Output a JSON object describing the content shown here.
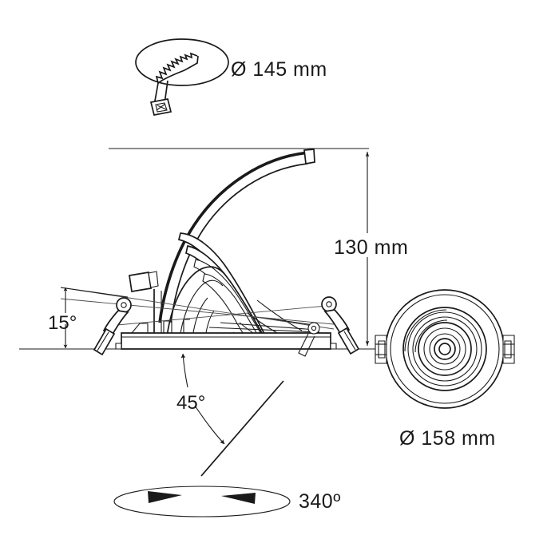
{
  "drawing": {
    "title": "Recessed Adjustable Downlight Dimensional Drawing",
    "background_color": "#ffffff",
    "line_color": "#1a1a1a",
    "views": {
      "ceiling_cutout": {
        "name": "ceiling-cutout-detail",
        "description": "Hole saw cutting an elliptical ceiling aperture",
        "label": "Ø 145 mm",
        "value": 145,
        "unit": "mm",
        "symbol": "Ø"
      },
      "side_elevation": {
        "name": "side-elevation-view",
        "description": "Side section of swivel downlight body with mounting springs",
        "height_label": "130 mm",
        "height_value": 130,
        "unit": "mm",
        "tilt_label": "15°",
        "tilt_value": 15,
        "swivel_label": "45°",
        "swivel_value": 45
      },
      "front_view": {
        "name": "front-face-view",
        "description": "Front face of downlight with concentric reflector rings and side clips",
        "label": "Ø 158 mm",
        "value": 158,
        "unit": "mm",
        "symbol": "Ø"
      },
      "rotation": {
        "name": "rotation-indicator",
        "description": "Horizontal rotation range ellipse with opposing arrows",
        "label": "340º",
        "value": 340,
        "unit": "degrees"
      }
    }
  },
  "annotations": {
    "cutout_diameter": "Ø 145 mm",
    "fixture_height": "130 mm",
    "tilt_angle": "15°",
    "swivel_angle": "45°",
    "face_diameter": "Ø 158 mm",
    "rotation_angle": "340º"
  }
}
